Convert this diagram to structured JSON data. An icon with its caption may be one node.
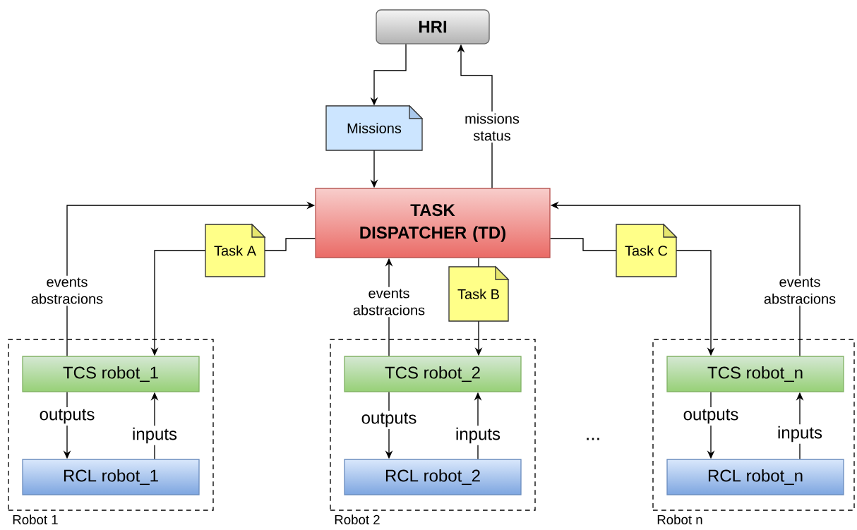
{
  "diagram": {
    "nodes": [
      {
        "text": [
          "HRI"
        ]
      },
      {
        "text": [
          "Missions"
        ]
      },
      {
        "text": [
          "TASK DISPATCHER (TD)"
        ]
      },
      {
        "text": [
          "Task A"
        ]
      },
      {
        "text": [
          "Task B"
        ]
      },
      {
        "text": [
          "Task C"
        ]
      },
      {
        "text": [
          "Robot 1"
        ]
      },
      {
        "text": [
          "TCS robot_1"
        ],
        "in": 6
      },
      {
        "text": [
          "RCL robot_1"
        ],
        "in": 6
      },
      {
        "text": [
          "Robot 2"
        ]
      },
      {
        "text": [
          "TCS robot_2"
        ],
        "in": 9
      },
      {
        "text": [
          "RCL robot_2"
        ],
        "in": 9
      },
      {
        "text": [
          "Robot n"
        ]
      },
      {
        "text": [
          "TCS robot_n"
        ],
        "in": 12
      },
      {
        "text": [
          "RCL robot_n"
        ],
        "in": 12
      }
    ],
    "edges": [
      {
        "from": 0,
        "to": 1,
        "arrow": "to"
      },
      {
        "from": 1,
        "to": 2,
        "arrow": "to"
      },
      {
        "from": 2,
        "to": 0,
        "arrow": "to",
        "label": "missions status"
      },
      {
        "from": 2,
        "to": 3,
        "arrow": "none"
      },
      {
        "from": 3,
        "to": 7,
        "arrow": "to"
      },
      {
        "from": 7,
        "to": 2,
        "arrow": "to",
        "label": "events abstracions"
      },
      {
        "from": 2,
        "to": 4,
        "arrow": "none"
      },
      {
        "from": 4,
        "to": 10,
        "arrow": "to"
      },
      {
        "from": 10,
        "to": 2,
        "arrow": "to",
        "label": "events abstracions"
      },
      {
        "from": 2,
        "to": 5,
        "arrow": "none"
      },
      {
        "from": 5,
        "to": 13,
        "arrow": "to"
      },
      {
        "from": 13,
        "to": 2,
        "arrow": "to",
        "label": "events abstracions"
      },
      {
        "from": 7,
        "to": 8,
        "arrow": "to",
        "label": "outputs"
      },
      {
        "from": 8,
        "to": 7,
        "arrow": "to",
        "label": "inputs"
      },
      {
        "from": 10,
        "to": 11,
        "arrow": "to",
        "label": "outputs"
      },
      {
        "from": 11,
        "to": 10,
        "arrow": "to",
        "label": "inputs"
      },
      {
        "from": 13,
        "to": 14,
        "arrow": "to",
        "label": "outputs"
      },
      {
        "from": 14,
        "to": 13,
        "arrow": "to",
        "label": "inputs"
      }
    ],
    "labels": [
      "..."
    ]
  }
}
